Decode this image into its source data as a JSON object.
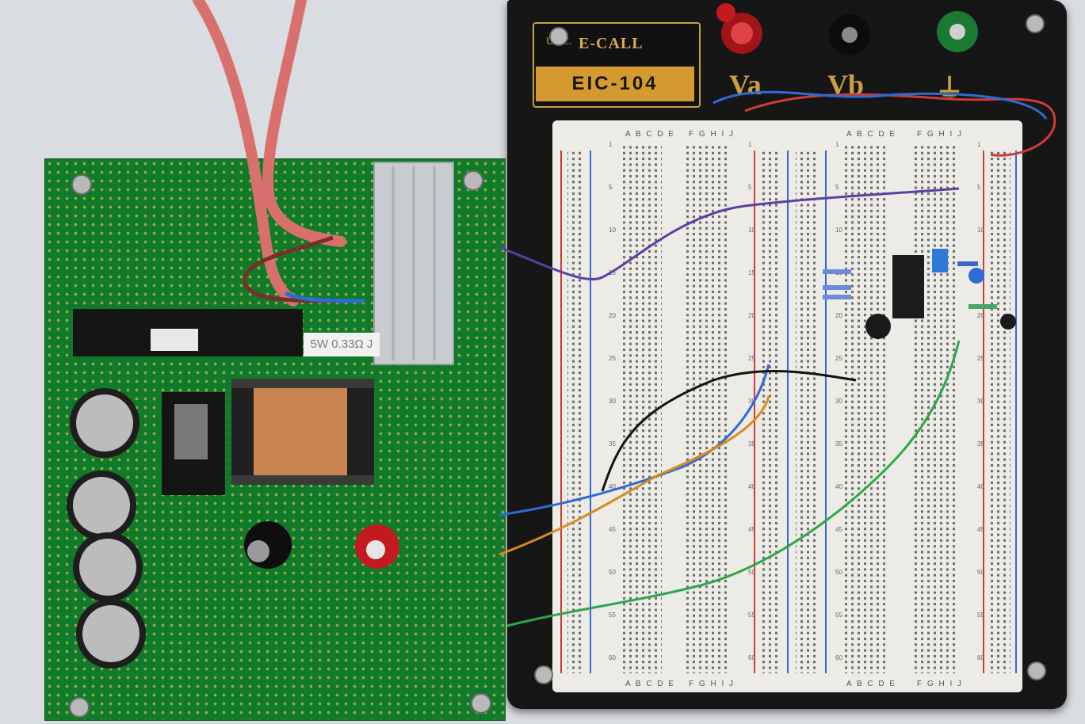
{
  "breadboard": {
    "brand": "E-CALL",
    "brand_prefix": "U.I.C.",
    "model": "EIC-104",
    "posts": [
      {
        "label": "Va",
        "color": "#c4161c"
      },
      {
        "label": "Vb",
        "color": "#1b1b1b"
      },
      {
        "label": "⏚",
        "color": "#1f8a3c"
      }
    ],
    "column_letters_left": "A B C D E",
    "column_letters_right": "F G H I J",
    "row_numbers": [
      "1",
      "5",
      "10",
      "15",
      "20",
      "25",
      "30",
      "35",
      "40",
      "45",
      "50",
      "55",
      "60"
    ]
  },
  "power_board": {
    "resistor_marking": "5W 0.33Ω J"
  },
  "colors": {
    "perfboard": "#0f7a2a",
    "breadboard_base": "#161616",
    "label_gold": "#d49a2f",
    "rail_red": "#d23a3a",
    "rail_blue": "#3a66c9",
    "copper": "#c98452"
  }
}
